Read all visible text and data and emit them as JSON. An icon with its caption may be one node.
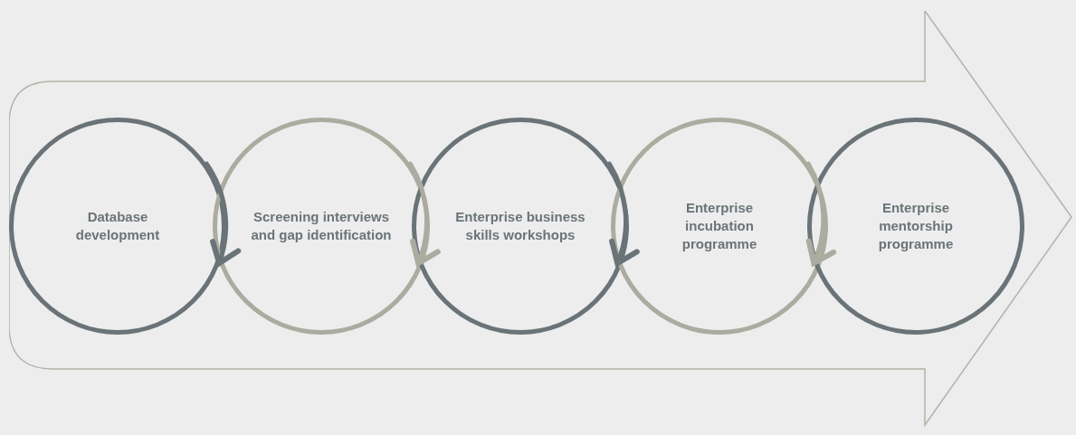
{
  "diagram": {
    "nodes": [
      {
        "text": [],
        "shape": "arrow"
      },
      {
        "text": [
          "Database development"
        ],
        "in": 0
      },
      {
        "text": [
          "Screening interviews and gap identification"
        ],
        "in": 0
      },
      {
        "text": [
          "Enterprise business skills workshops"
        ],
        "in": 0
      },
      {
        "text": [
          "Enterprise incubation programme"
        ],
        "in": 0
      },
      {
        "text": [
          "Enterprise mentorship programme"
        ],
        "in": 0
      }
    ],
    "edges": [
      {
        "from": 1,
        "to": 2,
        "arrow": "to",
        "color": "#6a7377"
      },
      {
        "from": 2,
        "to": 3,
        "arrow": "to",
        "color": "#abab9f"
      },
      {
        "from": 3,
        "to": 4,
        "arrow": "to",
        "color": "#6a7377"
      },
      {
        "from": 4,
        "to": 5,
        "arrow": "to",
        "color": "#abab9f"
      }
    ]
  }
}
